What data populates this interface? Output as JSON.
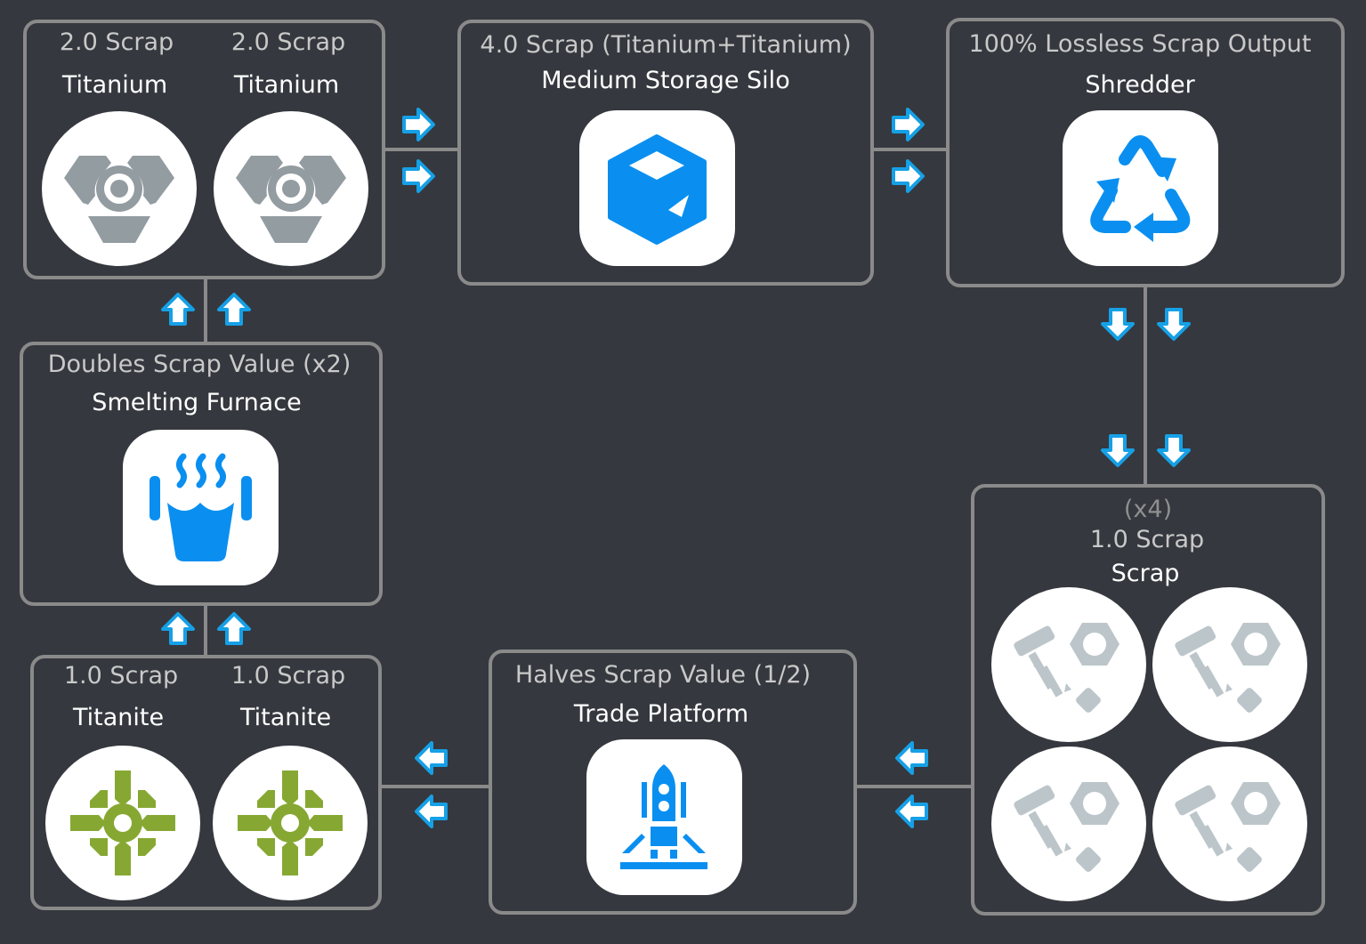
{
  "nodes": {
    "titanium": {
      "items": [
        {
          "header": "2.0 Scrap",
          "name": "Titanium"
        },
        {
          "header": "2.0 Scrap",
          "name": "Titanium"
        }
      ]
    },
    "silo": {
      "header": "4.0 Scrap (Titanium+Titanium)",
      "name": "Medium Storage Silo"
    },
    "shredder": {
      "header": "100% Lossless Scrap Output",
      "name": "Shredder"
    },
    "scrap": {
      "multiplier": "(x4)",
      "header": "1.0 Scrap",
      "name": "Scrap"
    },
    "trade": {
      "header": "Halves Scrap Value (1/2)",
      "name": "Trade Platform"
    },
    "titanite": {
      "items": [
        {
          "header": "1.0 Scrap",
          "name": "Titanite"
        },
        {
          "header": "1.0 Scrap",
          "name": "Titanite"
        }
      ]
    },
    "furnace": {
      "header": "Doubles Scrap Value (x2)",
      "name": "Smelting Furnace"
    }
  },
  "colors": {
    "background": "#35383e",
    "border": "#8a8a8a",
    "arrow": "#16a0e6",
    "icon_blue": "#0a8ff0",
    "titanium": "#939ca1",
    "scrap": "#bcc6ca",
    "titanite": "#86a833"
  }
}
